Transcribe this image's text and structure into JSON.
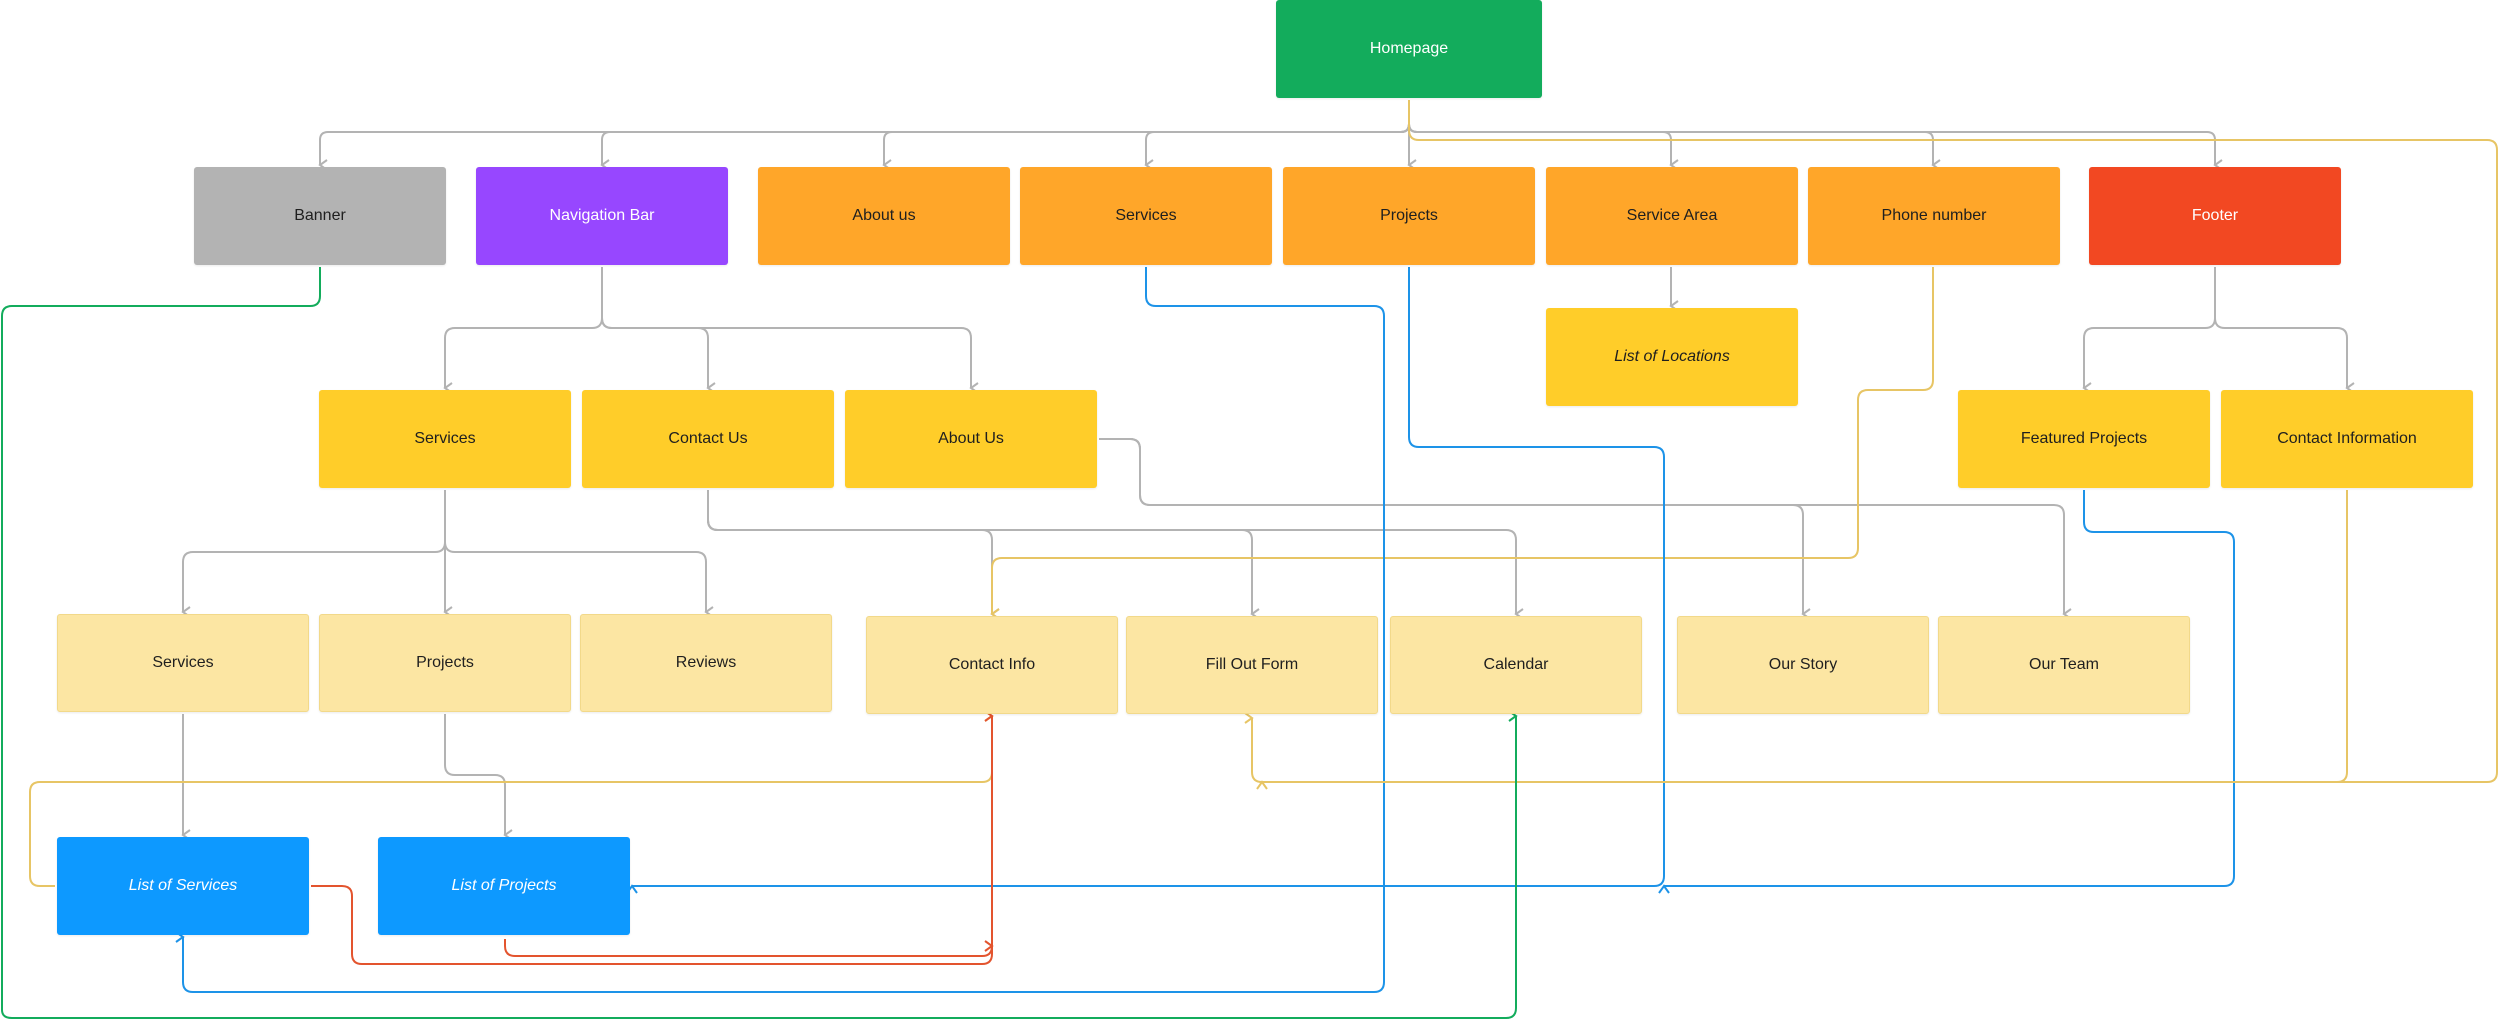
{
  "colors": {
    "green": "#13AC5C",
    "gray": "#B3B3B3",
    "purple": "#9747FF",
    "orange": "#FFA629",
    "red": "#F24822",
    "yellow": "#FFCD29",
    "pale_yellow": "#FCE6A3",
    "blue": "#0D99FF",
    "edge_gray": "#B3B3B3",
    "edge_blue": "#1D93E8",
    "edge_yellow": "#E7C565",
    "edge_green": "#13AC5C",
    "edge_red": "#E3542E"
  },
  "nodes": [
    {
      "id": "homepage",
      "label": "Homepage",
      "color": "green",
      "italic": false
    },
    {
      "id": "banner",
      "label": "Banner",
      "color": "gray",
      "italic": false
    },
    {
      "id": "navigation-bar",
      "label": "Navigation Bar",
      "color": "purple",
      "italic": false
    },
    {
      "id": "about-us-top",
      "label": "About us",
      "color": "orange",
      "italic": false
    },
    {
      "id": "services-top",
      "label": "Services",
      "color": "orange",
      "italic": false
    },
    {
      "id": "projects-top",
      "label": "Projects",
      "color": "orange",
      "italic": false
    },
    {
      "id": "service-area",
      "label": "Service Area",
      "color": "orange",
      "italic": false
    },
    {
      "id": "phone-number",
      "label": "Phone number",
      "color": "orange",
      "italic": false
    },
    {
      "id": "footer",
      "label": "Footer",
      "color": "red",
      "italic": false
    },
    {
      "id": "list-of-locations",
      "label": "List of Locations",
      "color": "yellow",
      "italic": true
    },
    {
      "id": "nav-services",
      "label": "Services",
      "color": "yellow",
      "italic": false
    },
    {
      "id": "nav-contact-us",
      "label": "Contact Us",
      "color": "yellow",
      "italic": false
    },
    {
      "id": "nav-about-us",
      "label": "About Us",
      "color": "yellow",
      "italic": false
    },
    {
      "id": "featured-projects",
      "label": "Featured Projects",
      "color": "yellow",
      "italic": false
    },
    {
      "id": "contact-information",
      "label": "Contact Information",
      "color": "yellow",
      "italic": false
    },
    {
      "id": "sub-services",
      "label": "Services",
      "color": "pale_yellow",
      "italic": false
    },
    {
      "id": "sub-projects",
      "label": "Projects",
      "color": "pale_yellow",
      "italic": false
    },
    {
      "id": "sub-reviews",
      "label": "Reviews",
      "color": "pale_yellow",
      "italic": false
    },
    {
      "id": "contact-info",
      "label": "Contact Info",
      "color": "pale_yellow",
      "italic": false
    },
    {
      "id": "fill-out-form",
      "label": "Fill Out Form",
      "color": "pale_yellow",
      "italic": false
    },
    {
      "id": "calendar",
      "label": "Calendar",
      "color": "pale_yellow",
      "italic": false
    },
    {
      "id": "our-story",
      "label": "Our Story",
      "color": "pale_yellow",
      "italic": false
    },
    {
      "id": "our-team",
      "label": "Our Team",
      "color": "pale_yellow",
      "italic": false
    },
    {
      "id": "list-of-services",
      "label": "List of Services",
      "color": "blue",
      "italic": true
    },
    {
      "id": "list-of-projects",
      "label": "List of Projects",
      "color": "blue",
      "italic": true
    }
  ],
  "edges": [
    {
      "from": "homepage",
      "to": "banner",
      "color": "edge_gray"
    },
    {
      "from": "homepage",
      "to": "navigation-bar",
      "color": "edge_gray"
    },
    {
      "from": "homepage",
      "to": "about-us-top",
      "color": "edge_gray"
    },
    {
      "from": "homepage",
      "to": "services-top",
      "color": "edge_gray"
    },
    {
      "from": "homepage",
      "to": "projects-top",
      "color": "edge_gray"
    },
    {
      "from": "homepage",
      "to": "service-area",
      "color": "edge_gray"
    },
    {
      "from": "homepage",
      "to": "phone-number",
      "color": "edge_gray"
    },
    {
      "from": "homepage",
      "to": "footer",
      "color": "edge_gray"
    },
    {
      "from": "homepage",
      "to": "fill-out-form",
      "color": "edge_yellow"
    },
    {
      "from": "service-area",
      "to": "list-of-locations",
      "color": "edge_gray"
    },
    {
      "from": "navigation-bar",
      "to": "nav-services",
      "color": "edge_gray"
    },
    {
      "from": "navigation-bar",
      "to": "nav-contact-us",
      "color": "edge_gray"
    },
    {
      "from": "navigation-bar",
      "to": "nav-about-us",
      "color": "edge_gray"
    },
    {
      "from": "footer",
      "to": "featured-projects",
      "color": "edge_gray"
    },
    {
      "from": "footer",
      "to": "contact-information",
      "color": "edge_gray"
    },
    {
      "from": "nav-services",
      "to": "sub-services",
      "color": "edge_gray"
    },
    {
      "from": "nav-services",
      "to": "sub-projects",
      "color": "edge_gray"
    },
    {
      "from": "nav-services",
      "to": "sub-reviews",
      "color": "edge_gray"
    },
    {
      "from": "nav-contact-us",
      "to": "contact-info",
      "color": "edge_gray"
    },
    {
      "from": "nav-contact-us",
      "to": "fill-out-form",
      "color": "edge_gray"
    },
    {
      "from": "nav-contact-us",
      "to": "calendar",
      "color": "edge_gray"
    },
    {
      "from": "nav-about-us",
      "to": "our-story",
      "color": "edge_gray"
    },
    {
      "from": "nav-about-us",
      "to": "our-team",
      "color": "edge_gray"
    },
    {
      "from": "phone-number",
      "to": "contact-info",
      "color": "edge_yellow"
    },
    {
      "from": "sub-services",
      "to": "list-of-services",
      "color": "edge_gray"
    },
    {
      "from": "sub-projects",
      "to": "list-of-projects",
      "color": "edge_gray"
    },
    {
      "from": "services-top",
      "to": "list-of-services",
      "color": "edge_blue"
    },
    {
      "from": "projects-top",
      "to": "list-of-projects",
      "color": "edge_blue"
    },
    {
      "from": "featured-projects",
      "to": "list-of-projects",
      "color": "edge_blue"
    },
    {
      "from": "list-of-services",
      "to": "contact-info",
      "color": "edge_yellow"
    },
    {
      "from": "contact-information",
      "to": "fill-out-form",
      "color": "edge_yellow"
    },
    {
      "from": "list-of-services",
      "to": "contact-info",
      "color": "edge_red"
    },
    {
      "from": "list-of-projects",
      "to": "contact-info",
      "color": "edge_red"
    },
    {
      "from": "banner",
      "to": "calendar",
      "color": "edge_green"
    }
  ]
}
